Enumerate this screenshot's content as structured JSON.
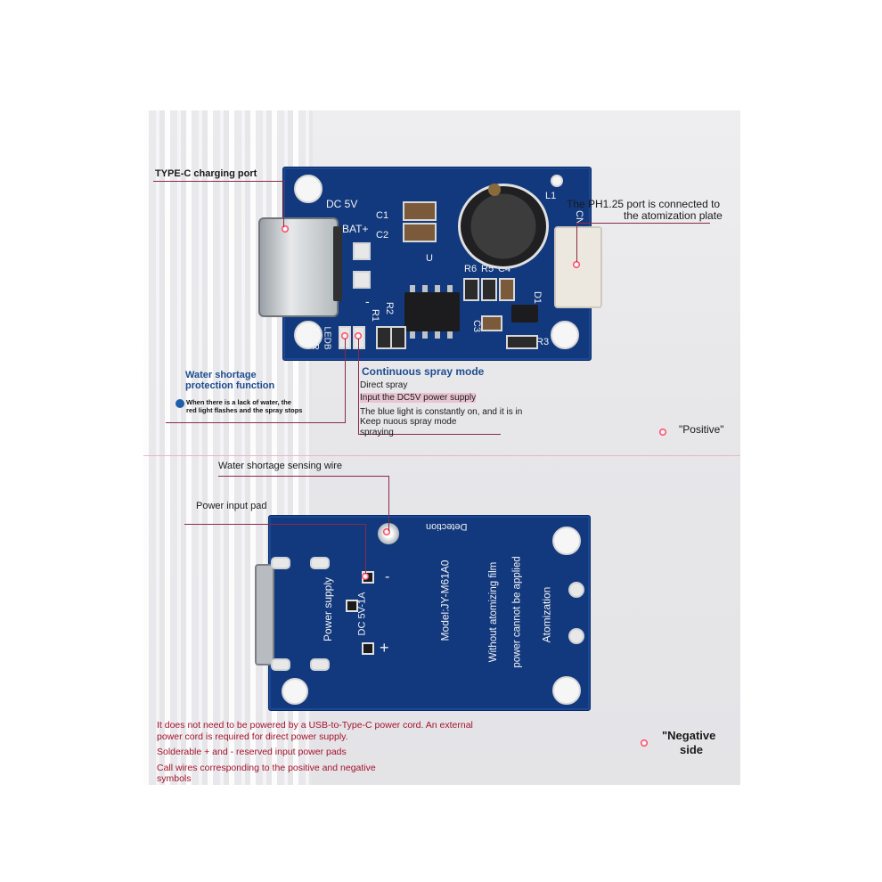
{
  "top_board": {
    "silk": {
      "dc5v": "DC 5V",
      "c1": "C1",
      "c2": "C2",
      "bat_plus": "BAT+",
      "minus": "-",
      "u": "U",
      "r6": "R6",
      "r5": "R5",
      "c4": "C4",
      "l1": "L1",
      "cn": "CN",
      "d1": "D1",
      "c3": "C3",
      "r3": "R3",
      "r2": "R2",
      "r1": "R1",
      "led_r": "LEDR",
      "led_b": "LEDB"
    }
  },
  "annotations": {
    "typec_port": "TYPE-C charging port",
    "ph125_line1": "The PH1.25 port is connected to",
    "ph125_line2": "the atomization plate",
    "water_protect_line1": "Water shortage",
    "water_protect_line2": "protection function",
    "water_protect_detail_line1": "When there is a lack of water, the",
    "water_protect_detail_line2": "red light flashes and the spray stops",
    "spray_mode_title": "Continuous spray mode",
    "direct_spray": "Direct spray",
    "input_dc5v": "Input the DC5V power supply",
    "blue_light": "The blue light is constantly on, and it is in",
    "keep_spray": "Keep nuous spray mode",
    "spraying": "spraying",
    "positive": "\"Positive\"",
    "sensing_wire": "Water shortage sensing wire",
    "power_pad": "Power input pad",
    "negative_line1": "\"Negative",
    "negative_line2": "side"
  },
  "bottom_board": {
    "silk": {
      "detection": "Detection",
      "power_supply": "Power supply",
      "dc_rating": "DC 5V-1A",
      "minus": "-",
      "plus": "+",
      "model": "Model:JY-M61A0",
      "no_film_line1": "Without atomizing film",
      "no_film_line2": "power cannot be applied",
      "atomization": "Atomization"
    }
  },
  "notes": {
    "note1_line1": "It does not need to be powered by a USB-to-Type-C power cord. An external",
    "note1_line2": "power cord is required for direct power supply.",
    "note2": "Solderable + and - reserved input power pads",
    "note3_line1": "Call wires corresponding to the positive and negative",
    "note3_line2": "symbols"
  },
  "colors": {
    "pcb_blue": "#12397e",
    "callout_line": "#8c2a44",
    "note_red": "#a3122c",
    "heading_blue": "#1d4d8f"
  }
}
